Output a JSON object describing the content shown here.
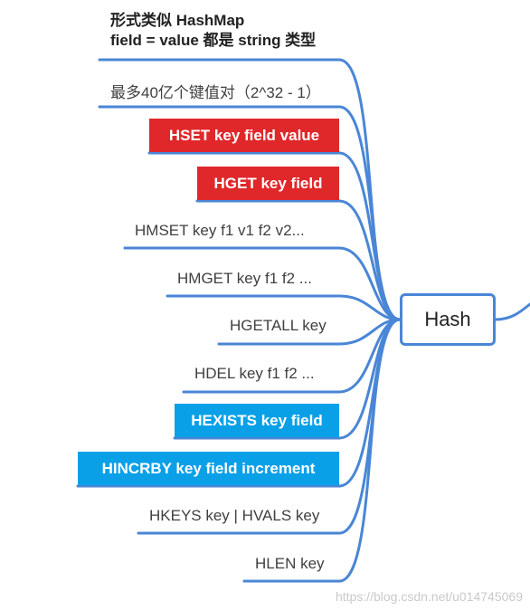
{
  "root": {
    "label": "Hash"
  },
  "nodes": [
    {
      "text": "形式类似 HashMap",
      "style": "bold"
    },
    {
      "text": "field = value 都是 string 类型",
      "style": "bold"
    },
    {
      "text": "最多40亿个键值对（2^32 - 1）",
      "style": "plain"
    },
    {
      "text": "HSET  key  field  value",
      "style": "red"
    },
    {
      "text": "HGET  key  field",
      "style": "red"
    },
    {
      "text": "HMSET  key  f1  v1  f2  v2...",
      "style": "plain"
    },
    {
      "text": "HMGET  key  f1  f2 ...",
      "style": "plain"
    },
    {
      "text": "HGETALL  key",
      "style": "plain"
    },
    {
      "text": "HDEL  key  f1  f2 ...",
      "style": "plain"
    },
    {
      "text": "HEXISTS  key  field",
      "style": "blue"
    },
    {
      "text": "HINCRBY  key  field  increment",
      "style": "blue"
    },
    {
      "text": "HKEYS  key | HVALS  key",
      "style": "plain"
    },
    {
      "text": "HLEN  key",
      "style": "plain"
    }
  ],
  "watermark": "https://blog.csdn.net/u014745069",
  "colors": {
    "line": "#4a86d6",
    "red": "#e0282b",
    "blue": "#0aa0e8"
  }
}
